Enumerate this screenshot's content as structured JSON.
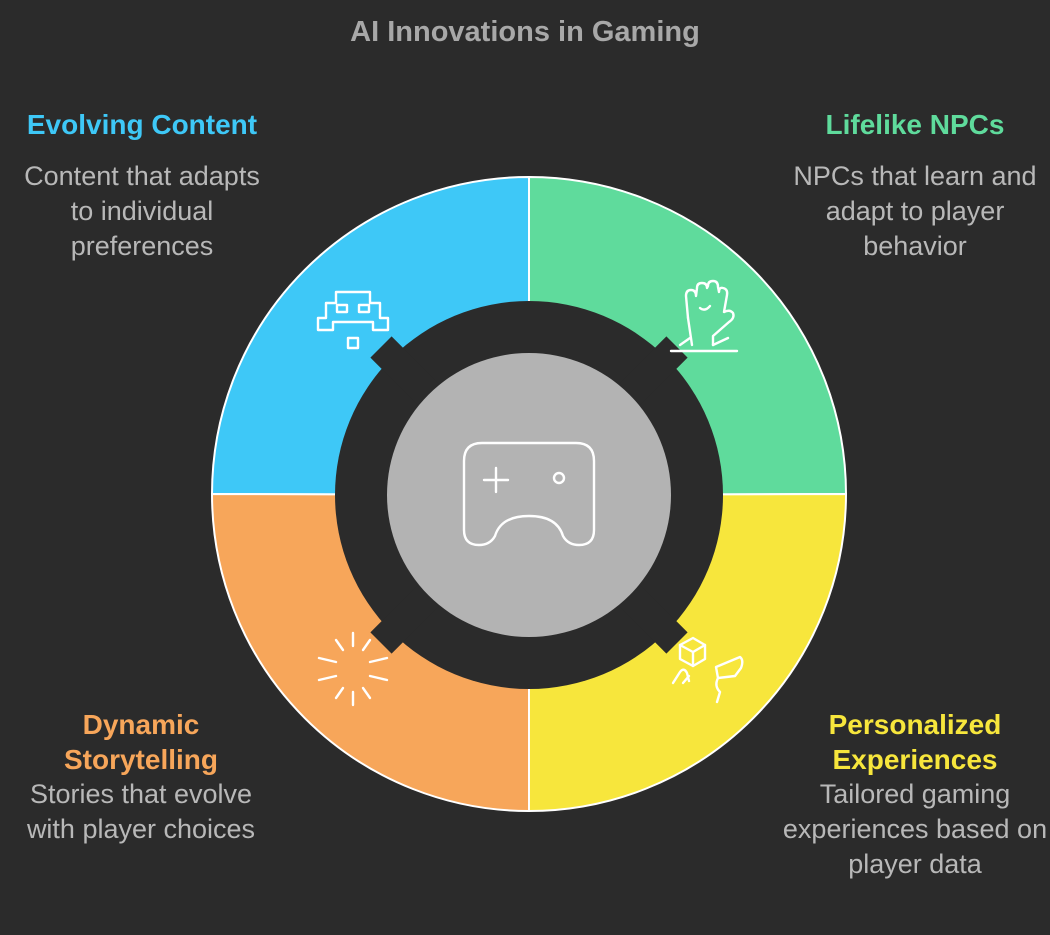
{
  "title": "AI Innovations in Gaming",
  "center": {
    "icon": "gamepad-icon",
    "color": "#b3b3b3"
  },
  "segments": [
    {
      "key": "evolving-content",
      "title": "Evolving Content",
      "description": "Content that adapts to individual preferences",
      "color": "#3ec8f7",
      "icon": "space-invader-icon"
    },
    {
      "key": "lifelike-npcs",
      "title": "Lifelike NPCs",
      "description": "NPCs that learn and adapt to player behavior",
      "color": "#5fdb9c",
      "icon": "zombie-hand-icon"
    },
    {
      "key": "dynamic-storytelling",
      "title": "Dynamic Storytelling",
      "description": "Stories that evolve with player choices",
      "color": "#f7a65a",
      "icon": "sparkle-burst-icon"
    },
    {
      "key": "personalized-experiences",
      "title": "Personalized Experiences",
      "description": "Tailored gaming experiences based on player data",
      "color": "#f7e63c",
      "icon": "vr-interaction-icon"
    }
  ]
}
